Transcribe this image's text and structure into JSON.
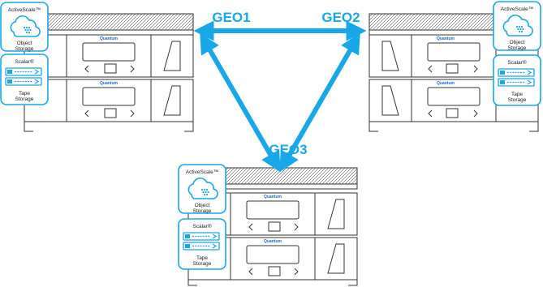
{
  "geo_labels": {
    "geo1": "GEO1",
    "geo2": "GEO2",
    "geo3": "GEO3"
  },
  "sites": [
    {
      "id": "geo1",
      "object_badge": {
        "title": "ActiveScale™",
        "caption_line1": "Object",
        "caption_line2": "Storage"
      },
      "tape_badge": {
        "title": "Scalar®",
        "caption_line1": "Tape",
        "caption_line2": "Storage"
      },
      "unit_brand": "Quantum"
    },
    {
      "id": "geo2",
      "object_badge": {
        "title": "ActiveScale™",
        "caption_line1": "Object",
        "caption_line2": "Storage"
      },
      "tape_badge": {
        "title": "Scalar®",
        "caption_line1": "Tape",
        "caption_line2": "Storage"
      },
      "unit_brand": "Quantum"
    },
    {
      "id": "geo3",
      "object_badge": {
        "title": "ActiveScale™",
        "caption_line1": "Object",
        "caption_line2": "Storage"
      },
      "tape_badge": {
        "title": "Scalar®",
        "caption_line1": "Tape",
        "caption_line2": "Storage"
      },
      "unit_brand": "Quantum"
    }
  ],
  "colors": {
    "arrow": "#1aa7e8",
    "geo_label": "#1aa7e8",
    "badge_border": "#1aa7e8",
    "cloud": "#1aa7e8",
    "line": "#333333",
    "brand_text": "#1a66cc"
  }
}
